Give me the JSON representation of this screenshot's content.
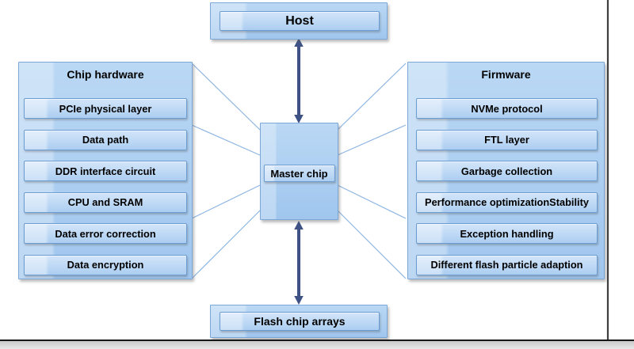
{
  "diagram": {
    "host": {
      "label": "Host"
    },
    "master": {
      "label": "Master chip"
    },
    "flash": {
      "label": "Flash chip arrays"
    },
    "left_panel": {
      "title": "Chip hardware",
      "items": [
        "PCIe physical layer",
        "Data path",
        "DDR interface circuit",
        "CPU and SRAM",
        "Data error correction",
        "Data encryption"
      ]
    },
    "right_panel": {
      "title": "Firmware",
      "items": [
        "NVMe protocol",
        "FTL layer",
        "Garbage collection",
        "Performance optimizationStability",
        "Exception handling",
        "Different flash particle adaption"
      ]
    },
    "colors": {
      "node_fill_light": "#d3e5f9",
      "node_fill": "#a0c6ee",
      "node_border": "#6b9cd2",
      "panel_border": "#7ca8d9",
      "arrow_navy": "#3e5286",
      "connector_blue": "#8fb6e2",
      "frame_dark": "#3f3f3f"
    }
  }
}
